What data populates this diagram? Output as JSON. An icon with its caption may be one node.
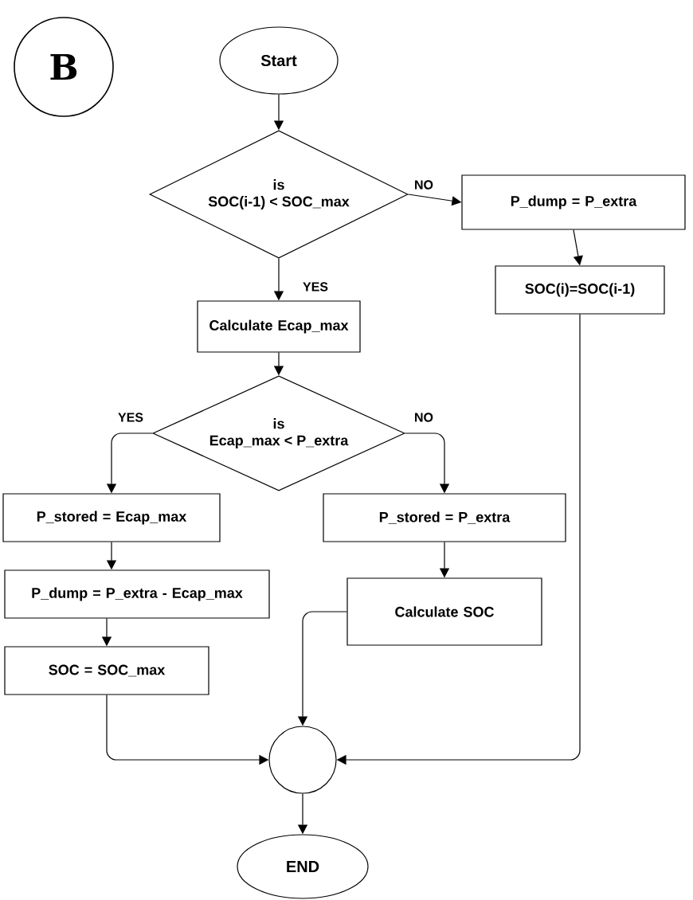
{
  "diagram": {
    "nodes": [
      {
        "text": [
          "B"
        ]
      },
      {
        "text": [
          "Start"
        ]
      },
      {
        "text": [
          "is",
          "SOC(i-1) < SOC_max"
        ]
      },
      {
        "text": [
          "P_dump = P_extra"
        ]
      },
      {
        "text": [
          "SOC(i)=SOC(i-1)"
        ]
      },
      {
        "text": [
          "Calculate Ecap_max"
        ]
      },
      {
        "text": [
          "is",
          "Ecap_max < P_extra"
        ]
      },
      {
        "text": [
          "P_stored = Ecap_max"
        ]
      },
      {
        "text": [
          "P_stored = P_extra"
        ]
      },
      {
        "text": [
          "P_dump = P_extra - Ecap_max"
        ]
      },
      {
        "text": [
          "Calculate SOC"
        ]
      },
      {
        "text": [
          "SOC = SOC_max"
        ]
      },
      {
        "text": [],
        "shape": "circle"
      },
      {
        "text": [
          "END"
        ]
      }
    ],
    "edges": [
      {
        "from": 1,
        "to": 2,
        "arrow": "to"
      },
      {
        "from": 2,
        "to": 3,
        "arrow": "to",
        "label": "NO"
      },
      {
        "from": 3,
        "to": 4,
        "arrow": "to"
      },
      {
        "from": 2,
        "to": 5,
        "arrow": "to",
        "label": "YES"
      },
      {
        "from": 5,
        "to": 6,
        "arrow": "to"
      },
      {
        "from": 6,
        "to": 7,
        "arrow": "to",
        "label": "YES"
      },
      {
        "from": 6,
        "to": 8,
        "arrow": "to",
        "label": "NO"
      },
      {
        "from": 7,
        "to": 9,
        "arrow": "to"
      },
      {
        "from": 8,
        "to": 10,
        "arrow": "to"
      },
      {
        "from": 9,
        "to": 11,
        "arrow": "to"
      },
      {
        "from": 11,
        "to": 12,
        "arrow": "to"
      },
      {
        "from": 10,
        "to": 12,
        "arrow": "to"
      },
      {
        "from": 4,
        "to": 12,
        "arrow": "to"
      },
      {
        "from": 12,
        "to": 13,
        "arrow": "to"
      }
    ]
  }
}
